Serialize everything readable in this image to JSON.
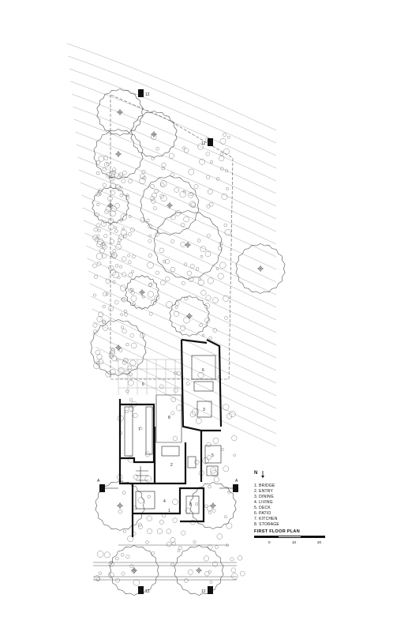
{
  "section_markers": {
    "left": "A",
    "right": "A",
    "tree_tags": [
      "12",
      "12",
      "12",
      "12"
    ]
  },
  "room_numbers": [
    "6",
    "6",
    "7",
    "8",
    "3",
    "2",
    "5",
    "4",
    "1",
    "8"
  ],
  "north_label": "N",
  "legend": [
    "1. BRIDGE",
    "2. ENTRY",
    "3. DINING",
    "4. LIVING",
    "5. DECK",
    "6. PATIO",
    "7. KITCHEN",
    "8. STORAGE"
  ],
  "plan_title": "FIRST FLOOR PLAN",
  "scale_ticks": [
    "0",
    "10",
    "20"
  ],
  "colors": {
    "ink": "#111111",
    "canopy": "#5a5a5a",
    "hatch": "#9a9a9a"
  }
}
